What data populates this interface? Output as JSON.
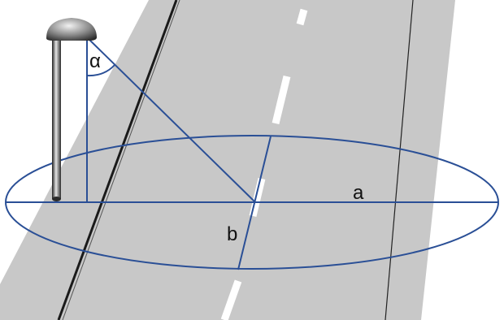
{
  "labels": {
    "alpha": "α",
    "a": "a",
    "b": "b"
  },
  "colors": {
    "road": "#c8c8c8",
    "road_edge": "#222222",
    "lane_marking": "#ffffff",
    "geometry_lines": "#2a4f96",
    "lamp_metal": "#5a5a5a"
  }
}
